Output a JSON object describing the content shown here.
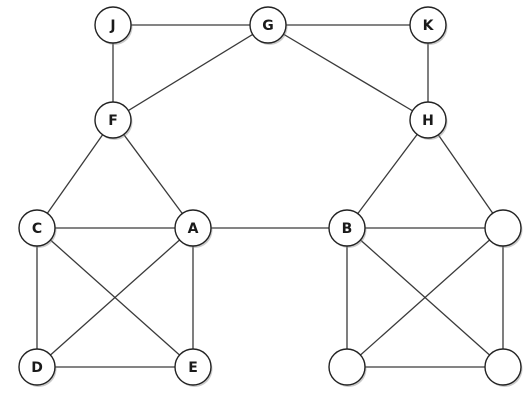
{
  "graph": {
    "nodes": [
      {
        "id": "J",
        "label": "J"
      },
      {
        "id": "G",
        "label": "G"
      },
      {
        "id": "K",
        "label": "K"
      },
      {
        "id": "F",
        "label": "F"
      },
      {
        "id": "H",
        "label": "H"
      },
      {
        "id": "C",
        "label": "C"
      },
      {
        "id": "A",
        "label": "A"
      },
      {
        "id": "B",
        "label": "B"
      },
      {
        "id": "R1",
        "label": ""
      },
      {
        "id": "D",
        "label": "D"
      },
      {
        "id": "E",
        "label": "E"
      },
      {
        "id": "R2",
        "label": ""
      },
      {
        "id": "R3",
        "label": ""
      }
    ],
    "edges": [
      [
        "J",
        "G"
      ],
      [
        "G",
        "K"
      ],
      [
        "J",
        "F"
      ],
      [
        "G",
        "F"
      ],
      [
        "G",
        "H"
      ],
      [
        "K",
        "H"
      ],
      [
        "F",
        "C"
      ],
      [
        "F",
        "A"
      ],
      [
        "C",
        "A"
      ],
      [
        "C",
        "D"
      ],
      [
        "C",
        "E"
      ],
      [
        "A",
        "D"
      ],
      [
        "A",
        "E"
      ],
      [
        "D",
        "E"
      ],
      [
        "A",
        "B"
      ],
      [
        "H",
        "B"
      ],
      [
        "H",
        "R1"
      ],
      [
        "B",
        "R1"
      ],
      [
        "B",
        "R2"
      ],
      [
        "B",
        "R3"
      ],
      [
        "R1",
        "R2"
      ],
      [
        "R1",
        "R3"
      ],
      [
        "R2",
        "R3"
      ]
    ]
  }
}
